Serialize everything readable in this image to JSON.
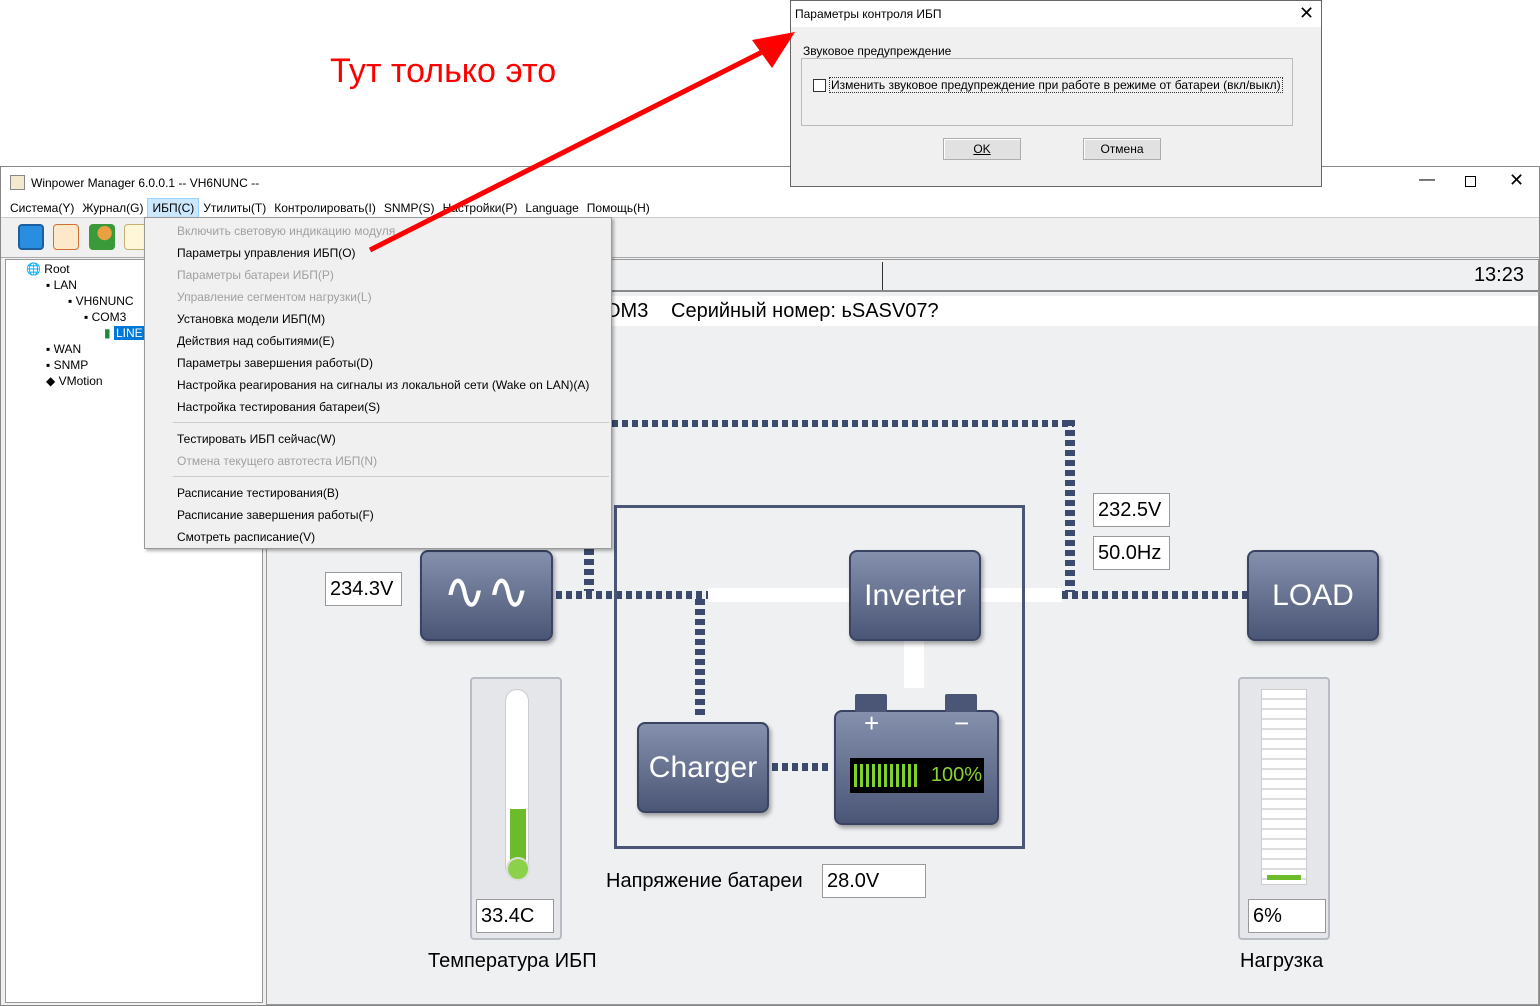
{
  "annotation": {
    "text": "Тут только это",
    "color": "#ff0000"
  },
  "window": {
    "title": "Winpower Manager 6.0.0.1 -- VH6NUNC --"
  },
  "menubar": [
    "Система(Y)",
    "Журнал(G)",
    "ИБП(C)",
    "Утилиты(T)",
    "Контролировать(I)",
    "SNMP(S)",
    "Настройки(P)",
    "Language",
    "Помощь(H)"
  ],
  "tree": {
    "root": "Root",
    "lan": "LAN",
    "host": "VH6NUNC",
    "com": "COM3",
    "ups": "LINE",
    "wan": "WAN",
    "snmp": "SNMP",
    "vmotion": "VMotion"
  },
  "ups_menu": [
    {
      "label": "Включить световую индикацию модуля",
      "enabled": false
    },
    {
      "label": "Параметры управления ИБП(O)",
      "enabled": true
    },
    {
      "label": "Параметры батареи ИБП(P)",
      "enabled": false
    },
    {
      "label": "Управление сегментом нагрузки(L)",
      "enabled": false
    },
    {
      "label": "Установка модели ИБП(M)",
      "enabled": true
    },
    {
      "label": "Действия над событиями(E)",
      "enabled": true
    },
    {
      "label": "Параметры завершения работы(D)",
      "enabled": true
    },
    {
      "label": "Настройка реагирования на сигналы из локальной сети (Wake on LAN)(A)",
      "enabled": true
    },
    {
      "label": "Настройка тестирования батареи(S)",
      "enabled": true
    },
    {
      "label": "Тестировать ИБП сейчас(W)",
      "enabled": true
    },
    {
      "label": "Отмена текущего автотеста ИБП(N)",
      "enabled": false
    },
    {
      "label": "Расписание тестирования(B)",
      "enabled": true
    },
    {
      "label": "Расписание завершения работы(F)",
      "enabled": true
    },
    {
      "label": "Смотреть расписание(V)",
      "enabled": true
    }
  ],
  "status": {
    "time": "13:23",
    "info": "ОМ3",
    "serial": "Серийный номер: ьSASV07?"
  },
  "diagram": {
    "input_voltage": "234.3V",
    "output_voltage": "232.5V",
    "output_freq": "50.0Hz",
    "inverter": "Inverter",
    "load": "LOAD",
    "charger": "Charger",
    "battery_level": "100%",
    "battery_plus": "+",
    "battery_minus": "−",
    "battery_voltage_label": "Напряжение батареи",
    "battery_voltage": "28.0V",
    "temp": "33.4C",
    "temp_label": "Температура ИБП",
    "load_pct": "6%",
    "load_label": "Нагрузка",
    "temp_fill": 0.35,
    "load_fill": 0.06
  },
  "dialog": {
    "title": "Параметры контроля ИБП",
    "group": "Звуковое предупреждение",
    "checkbox": "Изменить звуковое предупреждение при работе в  режиме от батареи (вкл/выкл)",
    "checked": false,
    "ok": "OK",
    "cancel": "Отмена"
  }
}
